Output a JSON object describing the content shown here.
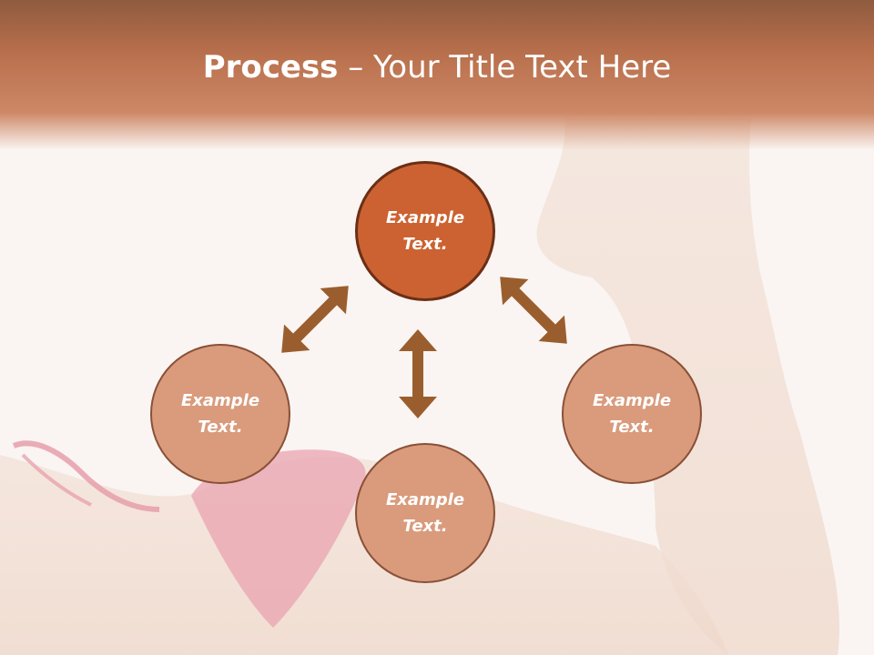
{
  "slide": {
    "title_strong": "Process",
    "title_rest": " – Your Title Text Here"
  },
  "diagram": {
    "center": {
      "line1": "Example",
      "line2": "Text."
    },
    "left": {
      "line1": "Example",
      "line2": "Text."
    },
    "bottom": {
      "line1": "Example",
      "line2": "Text."
    },
    "right": {
      "line1": "Example",
      "line2": "Text."
    }
  },
  "colors": {
    "header": "#b86f4c",
    "center_fill": "#cc6231",
    "satellite_fill": "#d99b7c",
    "arrow": "#9a5e2e",
    "background": "#f8f1ec"
  },
  "icons": {
    "arrows": "double-headed-arrow"
  }
}
